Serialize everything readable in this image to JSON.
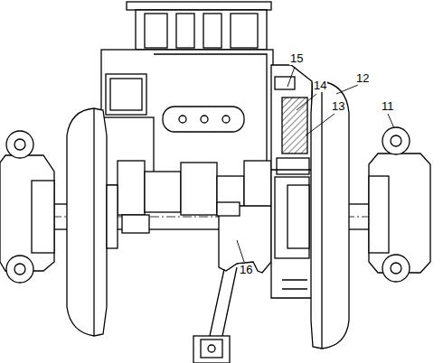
{
  "diagram": {
    "labels": [
      "15",
      "14",
      "13",
      "12",
      "11",
      "16"
    ]
  }
}
